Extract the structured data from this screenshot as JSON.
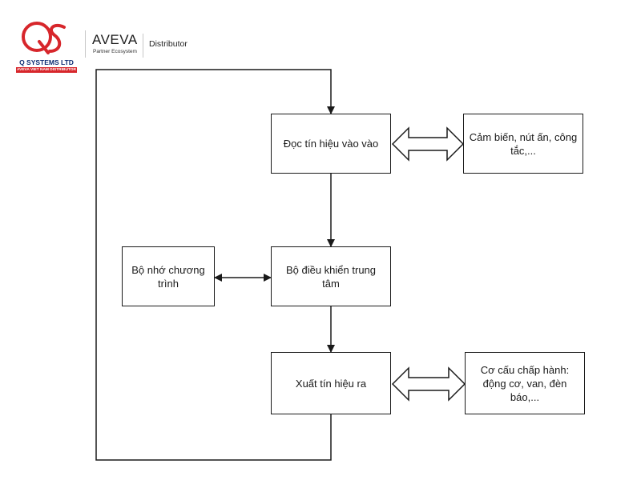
{
  "header": {
    "qs_logo_text": "QS",
    "qs_company": "Q SYSTEMS LTD",
    "qs_tagline": "AVEVA VIET NAM DISTRIBUTOR",
    "aveva_name": "AVEVA",
    "aveva_sub": "Partner Ecosystem",
    "distributor": "Distributor"
  },
  "diagram": {
    "nodes": {
      "read_input": "Đọc tín hiệu vào vào",
      "sensors": "Cảm biến, nút ấn, công tắc,...",
      "controller": "Bộ điều khiển trung tâm",
      "program_memory": "Bộ nhớ chương trình",
      "output": "Xuất tín hiệu ra",
      "actuators": "Cơ cấu chấp hành: động cơ, van, đèn báo,..."
    },
    "colors": {
      "line": "#1a1a1a",
      "logo_red": "#d7262b",
      "logo_navy": "#0b2b73"
    }
  }
}
